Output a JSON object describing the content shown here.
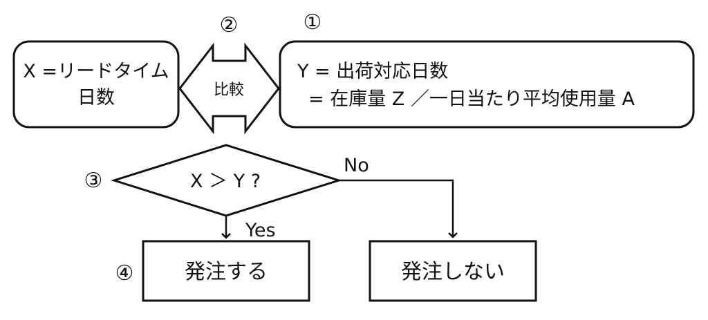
{
  "markers": {
    "m1": "①",
    "m2": "②",
    "m3": "③",
    "m4": "④"
  },
  "box_x": {
    "line1": "X =リードタイム",
    "line2": "日数"
  },
  "box_y": {
    "line1": "Y = 出荷対応日数",
    "line2": "= 在庫量 Z ／一日当たり平均使用量 A"
  },
  "compare_arrow": {
    "label": "比較"
  },
  "decision": {
    "label": "X ＞ Y ?",
    "yes_label": "Yes",
    "no_label": "No"
  },
  "box_order": {
    "label": "発注する"
  },
  "box_no_order": {
    "label": "発注しない"
  },
  "colors": {
    "stroke": "#111111",
    "fill": "#ffffff"
  }
}
